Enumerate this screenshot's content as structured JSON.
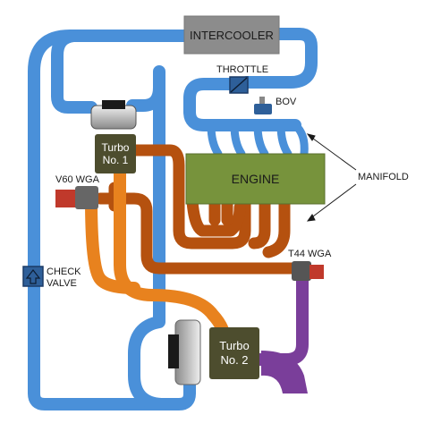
{
  "components": {
    "intercooler": "INTERCOOLER",
    "throttle": "THROTTLE",
    "bov": "BOV",
    "engine": "ENGINE",
    "manifold": "MANIFOLD",
    "turbo1": "Turbo No. 1",
    "turbo2": "Turbo No. 2",
    "v60_wga": "V60 WGA",
    "t44_wga": "T44 WGA",
    "check_valve": "CHECK VALVE"
  },
  "colors": {
    "intake_pipe": "#4a90d9",
    "hot_exhaust": "#e8821e",
    "exhaust_manifold": "#b5510f",
    "turbo2_outlet": "#7a3e9a",
    "engine": "#77933c",
    "intercooler": "#8c8c8c",
    "turbo_housing": "#4d4d2e",
    "wastegate": "#c0392b"
  }
}
